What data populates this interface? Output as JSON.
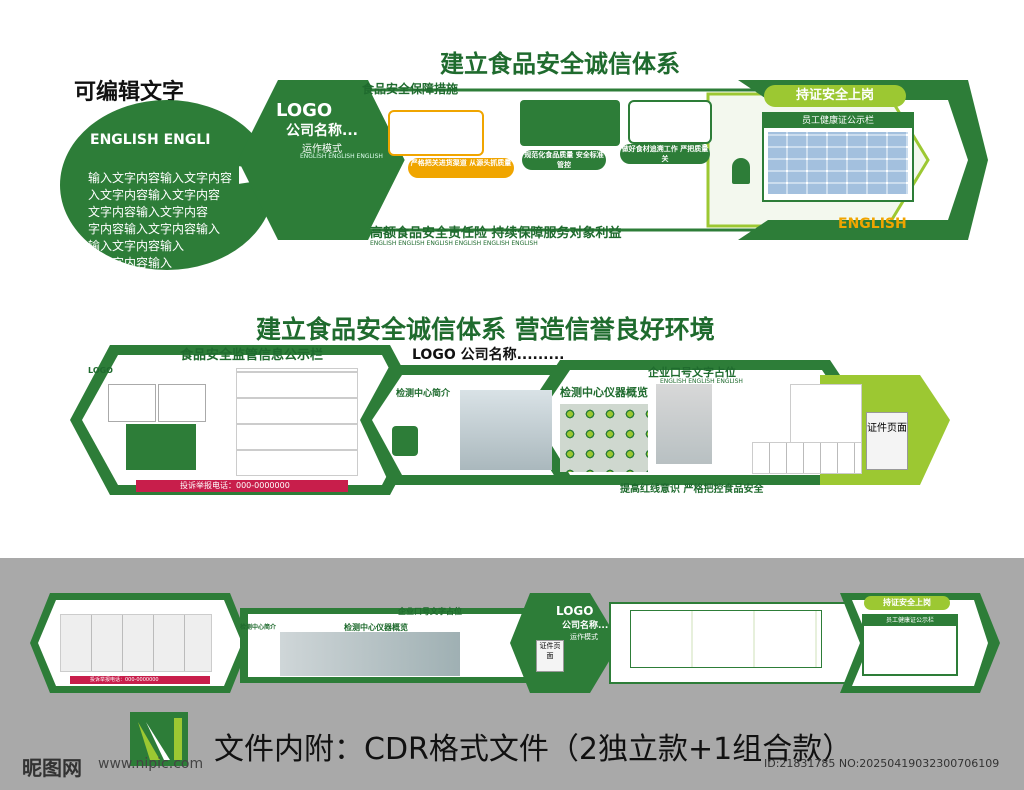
{
  "top": {
    "left_label": "可编辑文字",
    "circle_big_text": "ENGLISH ENGLI",
    "circle_lines": [
      "输入文字内容输入文字内容",
      "入文字内容输入文字内容",
      "文字内容输入文字内容",
      "字内容输入文字内容输入",
      "输入文字内容输入",
      "入文字内容输入"
    ],
    "title": "建立食品安全诚信体系",
    "logo": "LOGO",
    "company": "公司名称...",
    "mode": "运作模式",
    "mode_en": "ENGLISH ENGLISH ENGLISH",
    "measures": "食品安全保障措施",
    "step1": "严格把关进货渠道 从源头抓质量",
    "step2": "规范化食品质量 安全标准管控",
    "step3": "做好食材追溯工作 严把质量关",
    "slogan": "高额食品安全责任险  持续保障服务对象利益",
    "slogan_en": "ENGLISH ENGLISH ENGLISH ENGLISH ENGLISH ENGLISH",
    "cert_tag": "持证安全上岗",
    "health_board": "员工健康证公示栏",
    "english_tag": "ENGLISH"
  },
  "middle": {
    "title": "建立食品安全诚信体系  营造信誉良好环境",
    "supervision": "食品安全监管信息公示栏",
    "logo_company": "LOGO 公司名称.........",
    "lab_intro": "检测中心简介",
    "lab_equip": "检测中心仪器概览",
    "slogan_slot": "企业口号文字占位",
    "slogan_slot_en": "ENGLISH ENGLISH ENGLISH",
    "cert_page": "证件页面",
    "bottom_slogan": "提高红线意识  严格把控食品安全",
    "complaint": "投诉举报电话：000-0000000",
    "logo_small": "LOGO"
  },
  "bottom": {
    "logo": "LOGO",
    "company": "公司名称...",
    "mode": "运作模式",
    "slogan_slot": "企业口号文字占位",
    "lab_equip": "检测中心仪器概览",
    "lab_intro": "检测中心简介",
    "cert_tag": "持证安全上岗",
    "health_board": "员工健康证公示栏",
    "cert_page": "证件页面",
    "complaint": "投诉举报电话：000-0000000"
  },
  "footer": {
    "file_note": "文件内附：CDR格式文件（2独立款+1组合款）",
    "site_name": "昵图网",
    "site_url": "www.nipic.com",
    "id_line": "ID:21831785 NO:20250419032300706109"
  },
  "colors": {
    "green": "#2d7d38",
    "dark_green": "#1f6b2e",
    "light_green": "#9cc832",
    "orange": "#f0a500",
    "gray_band": "#a9a9a9"
  }
}
